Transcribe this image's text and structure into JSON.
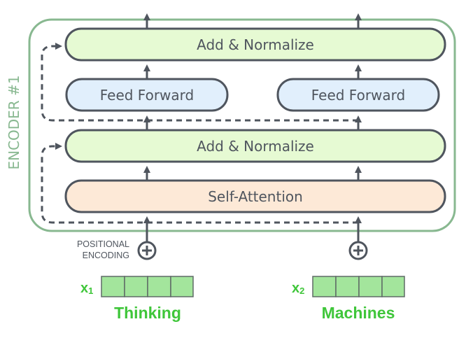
{
  "encoder_label": "ENCODER #1",
  "blocks": {
    "add_normalize_top": "Add & Normalize",
    "feed_forward_left": "Feed Forward",
    "feed_forward_right": "Feed Forward",
    "add_normalize_bottom": "Add & Normalize",
    "self_attention": "Self-Attention"
  },
  "positional_encoding": [
    "POSITIONAL",
    "ENCODING"
  ],
  "inputs": [
    {
      "symbol": "x",
      "subscript": "1",
      "word": "Thinking"
    },
    {
      "symbol": "x",
      "subscript": "2",
      "word": "Machines"
    }
  ],
  "colors": {
    "encoder_border": "#88b890",
    "add_normalize_fill": "#e6fad3",
    "feed_forward_fill": "#e1effc",
    "self_attention_fill": "#fde9d7",
    "vector_fill": "#a3e59c",
    "input_text": "#3fc63a",
    "stroke": "#4f555e"
  }
}
